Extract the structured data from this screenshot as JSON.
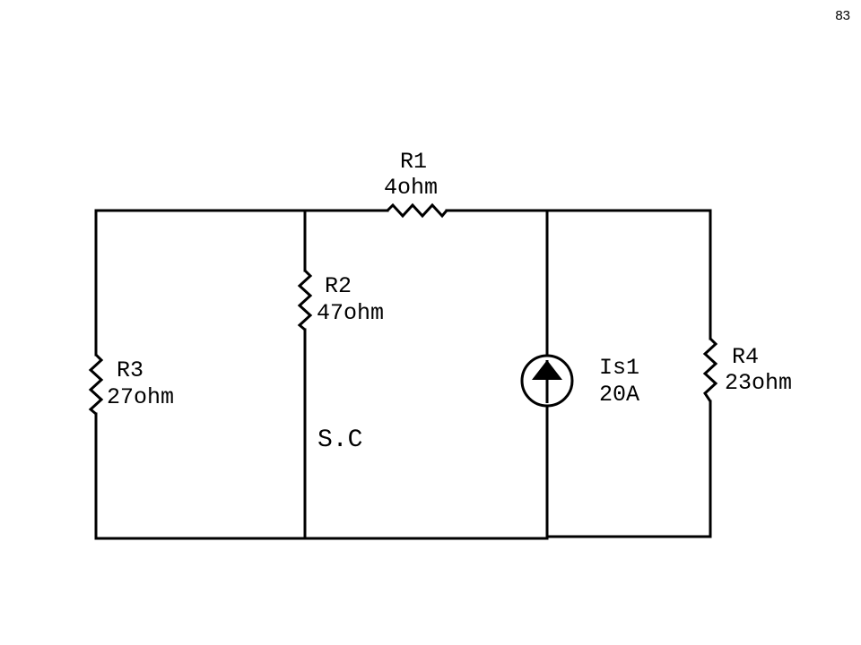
{
  "page_number": "83",
  "components": {
    "r1": {
      "name": "R1",
      "value": "4ohm"
    },
    "r2": {
      "name": "R2",
      "value": "47ohm"
    },
    "r3": {
      "name": "R3",
      "value": "27ohm"
    },
    "r4": {
      "name": "R4",
      "value": "23ohm"
    },
    "is1": {
      "name": "Is1",
      "value": "20A"
    }
  },
  "annotations": {
    "short_circuit": "S.C"
  },
  "colors": {
    "wire": "#000000",
    "background": "#ffffff"
  }
}
